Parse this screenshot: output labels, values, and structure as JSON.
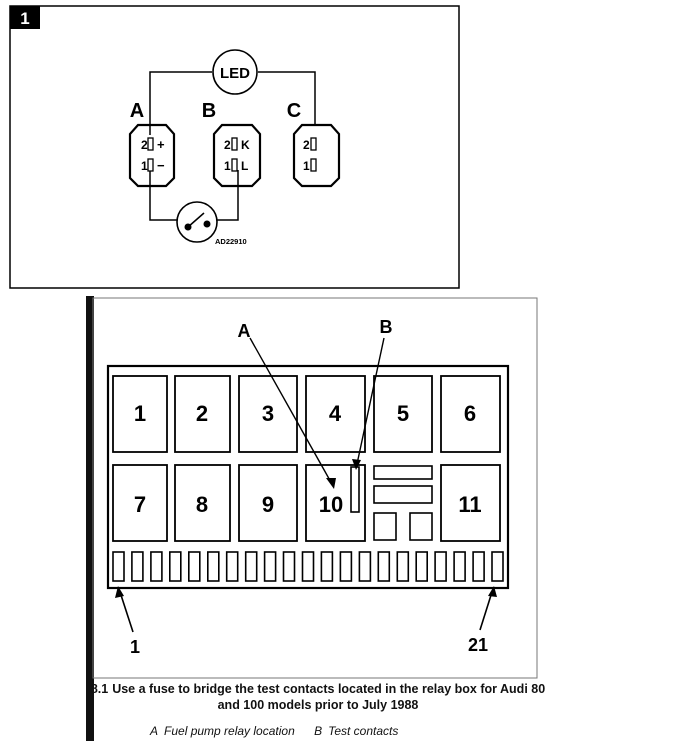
{
  "figure1": {
    "badge": "1",
    "led_label": "LED",
    "code": "AD22910",
    "connectors": [
      {
        "label": "A",
        "pin2": "2",
        "sym2": "+",
        "pin1": "1",
        "sym1": "−"
      },
      {
        "label": "B",
        "pin2": "2",
        "sym2": "K",
        "pin1": "1",
        "sym1": "L"
      },
      {
        "label": "C",
        "pin2": "2",
        "sym2": "",
        "pin1": "1",
        "sym1": ""
      }
    ]
  },
  "figure2": {
    "pointer_a": "A",
    "pointer_b": "B",
    "relays": [
      "1",
      "2",
      "3",
      "4",
      "5",
      "6",
      "7",
      "8",
      "9",
      "10",
      "11"
    ],
    "fuse_start": "1",
    "fuse_end": "21",
    "caption": {
      "fig_no": "8.1",
      "text": "Use a fuse to bridge the test contacts located in the relay box for Audi 80 and 100 models prior to July 1988"
    },
    "legend": [
      {
        "key": "A",
        "text": "Fuel pump relay location"
      },
      {
        "key": "B",
        "text": "Test contacts"
      }
    ]
  }
}
